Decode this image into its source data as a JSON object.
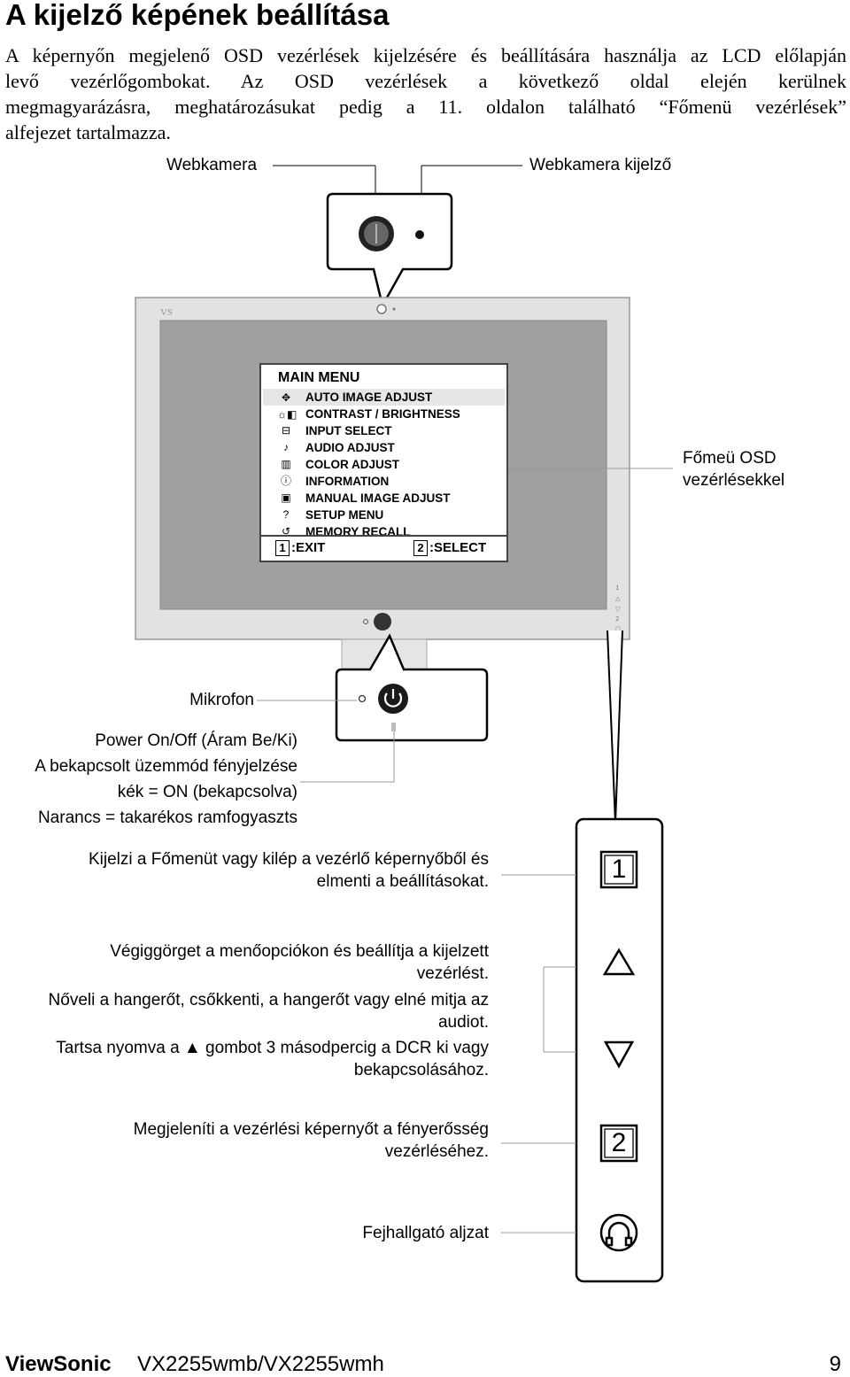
{
  "title": "A kijelző képének beállítása",
  "intro_lines": [
    "A képernyőn megjelenő OSD vezérlések kijelzésére és beállítására használja az LCD előlapján",
    "levő vezérlőgombokat. Az OSD vezérlések a következő oldal elején kerülnek",
    "megmagyarázásra, meghatározásukat pedig a 11. oldalon található “Főmenü vezérlések”",
    "alfejezet tartalmazza."
  ],
  "labels": {
    "webcam": "Webkamera",
    "webcam_indicator": "Webkamera kijelző",
    "osd_line1": "Főmeü OSD",
    "osd_line2": "vezérlésekkel",
    "microphone": "Mikrofon",
    "power_lines": [
      "Power On/Off (Áram Be/Ki)",
      "A bekapcsolt üzemmód fényjelzése",
      "kék = ON (bekapcsolva)",
      "Narancs = takarékos ramfogyaszts"
    ],
    "btn1_lines": [
      "Kijelzi a Főmenüt vagy kilép a vezérlő képernyőből és",
      "elmenti a beállításokat."
    ],
    "arrows_lines": [
      "Végiggörget a menőopciókon és beállítja a kijelzett",
      "vezérlést.",
      "Nőveli a hangerőt, csőkkenti, a hangerőt vagy elné mitja az",
      "audiot.",
      "Tartsa nyomva a ▲ gombot 3 másodpercig a DCR ki vagy",
      "bekapcsolásához."
    ],
    "btn2_lines": [
      "Megjeleníti a vezérlési képernyőt a fényerősség",
      "vezérléséhez."
    ],
    "headphone": "Fejhallgató aljzat"
  },
  "osd": {
    "title": "MAIN MENU",
    "items": [
      {
        "label": "AUTO IMAGE ADJUST",
        "icon": "move-icon"
      },
      {
        "label": "CONTRAST / BRIGHTNESS",
        "icon": "contrast-icon"
      },
      {
        "label": "INPUT SELECT",
        "icon": "input-icon"
      },
      {
        "label": "AUDIO ADJUST",
        "icon": "audio-icon"
      },
      {
        "label": "COLOR ADJUST",
        "icon": "color-icon"
      },
      {
        "label": "INFORMATION",
        "icon": "info-icon"
      },
      {
        "label": "MANUAL IMAGE ADJUST",
        "icon": "manual-icon"
      },
      {
        "label": "SETUP MENU",
        "icon": "question-icon"
      },
      {
        "label": "MEMORY RECALL",
        "icon": "recall-icon"
      }
    ],
    "exit_key": "1",
    "exit_label": ":EXIT",
    "select_key": "2",
    "select_label": ":SELECT"
  },
  "panel_buttons": {
    "btn1": "1",
    "btn2": "2"
  },
  "footer": {
    "brand": "ViewSonic",
    "model": "VX2255wmb/VX2255wmh",
    "page": "9"
  }
}
